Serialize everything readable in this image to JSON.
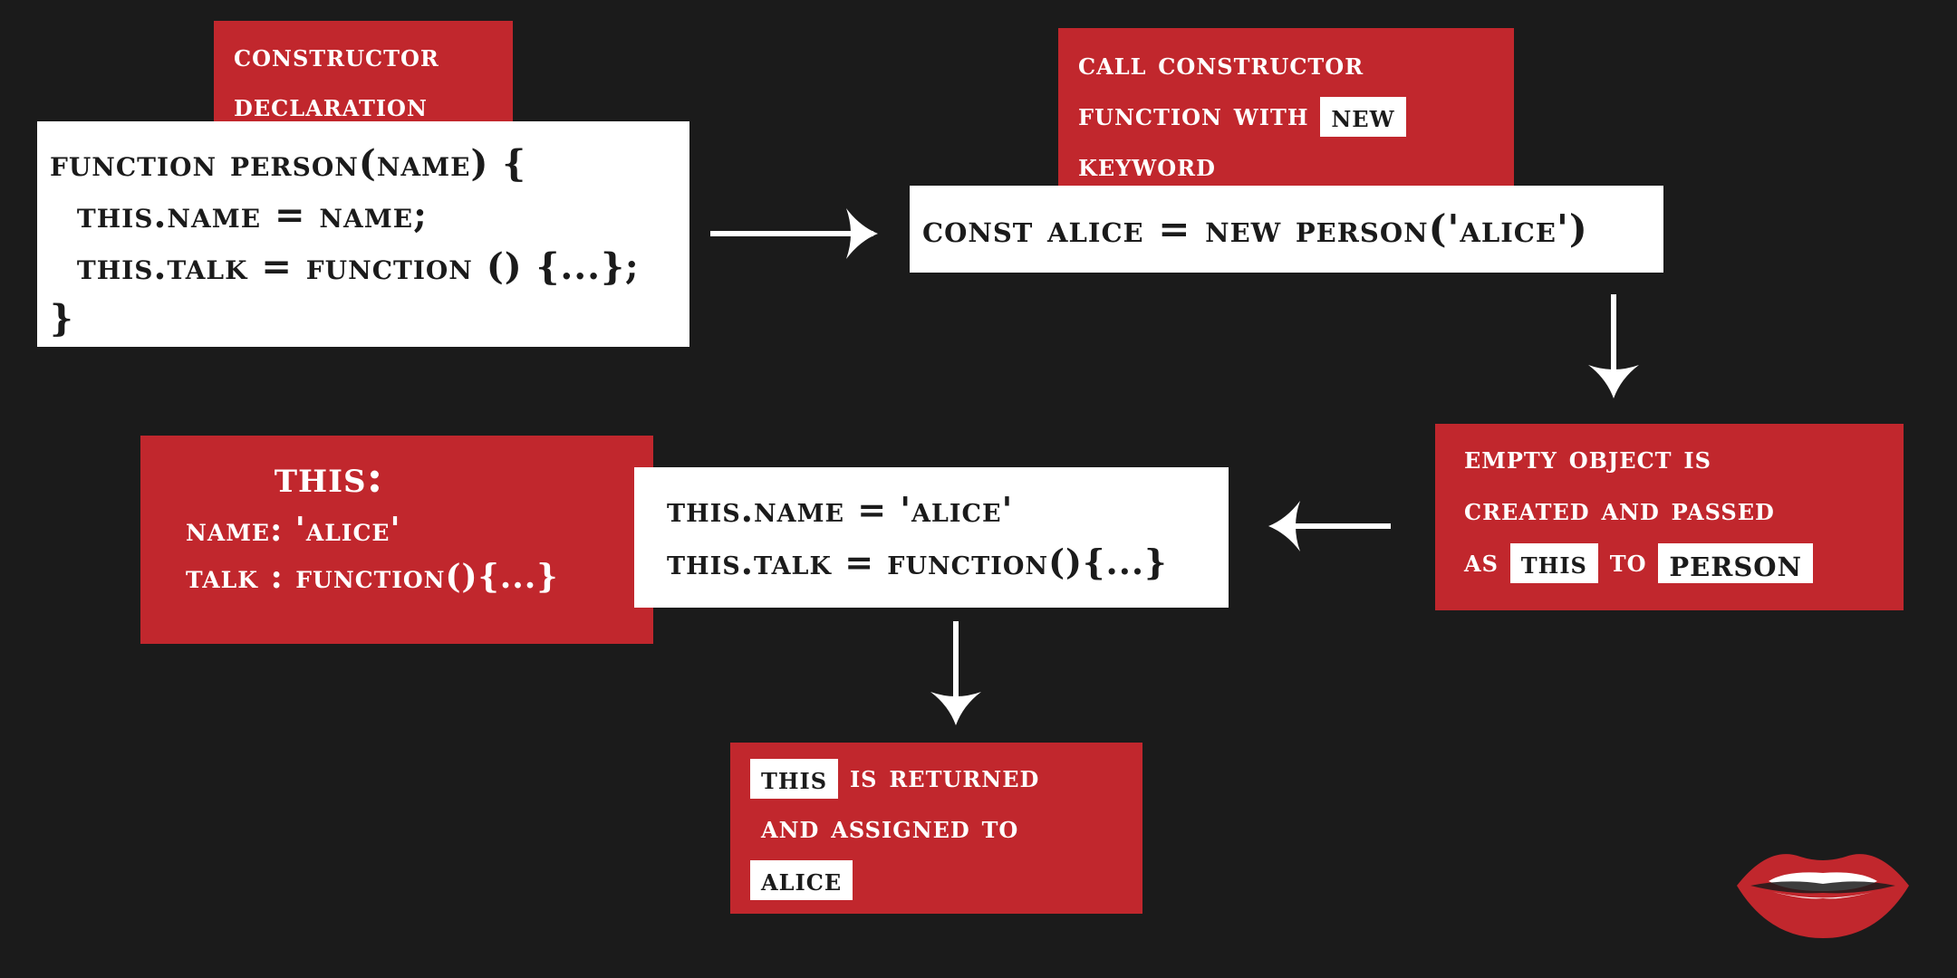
{
  "colors": {
    "background": "#1b1b1b",
    "red": "#c1272d",
    "white": "#ffffff",
    "dark": "#1b1b1b"
  },
  "declaration": {
    "label_lines": [
      "constructor",
      "declaration"
    ],
    "code_lines": [
      "function Person(name) {",
      "  this.name = name;",
      "  this.talk = function () {...};",
      "}"
    ]
  },
  "call": {
    "label_line1": "call constructor",
    "label_line2_text": "function with",
    "label_line2_chip": "new",
    "label_line3": "keyword",
    "code": "const alice = new Person('Alice')"
  },
  "empty_object": {
    "line1": "empty object is",
    "line2": "created and passed",
    "line3_pre": "as",
    "chip_this": "this",
    "line3_mid": "to",
    "chip_person": "Person"
  },
  "assignments": {
    "lines": [
      "this.name = 'Alice'",
      "this.talk = function(){...}"
    ]
  },
  "this_object": {
    "title": "this:",
    "lines": [
      "name: 'Alice'",
      "talk : function(){...}"
    ]
  },
  "returned": {
    "chip_this": "this",
    "line1_text": "is returned",
    "line2": "and assigned to",
    "chip_alice": "alice"
  },
  "icons": {
    "logo": "red-lips-logo",
    "arrow": "arrow-icon"
  }
}
